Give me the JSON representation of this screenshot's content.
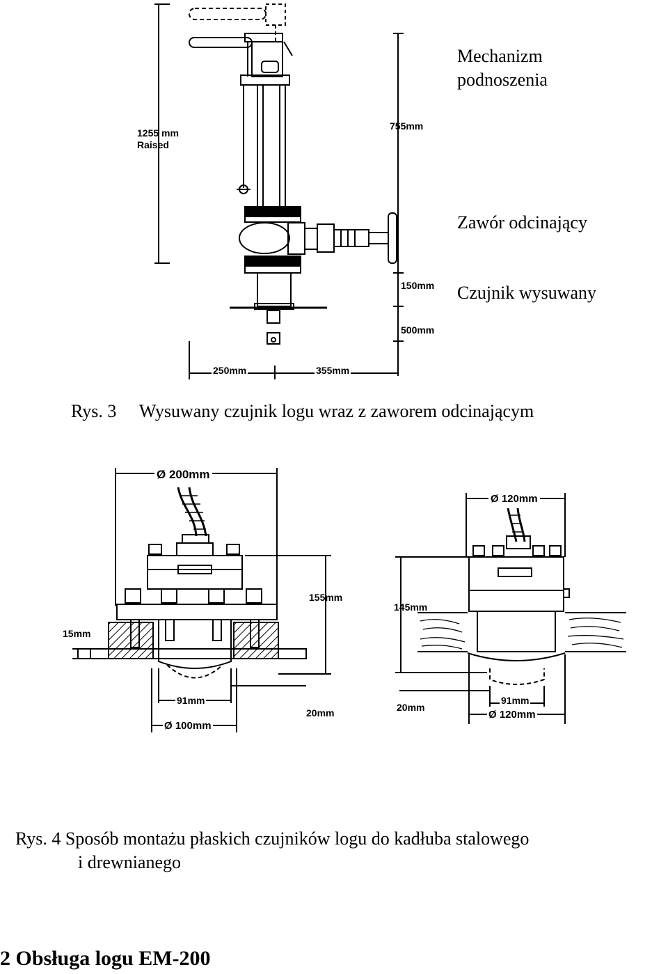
{
  "figure3": {
    "labels": {
      "mechanism_line1": "Mechanizm",
      "mechanism_line2": "podnoszenia",
      "valve": "Zawór  odcinający",
      "sensor": "Czujnik wysuwany"
    },
    "dimensions": {
      "raised_height": "1255 mm",
      "raised_word": "Raised",
      "height_755": "755mm",
      "d150": "150mm",
      "d500": "500mm",
      "d250": "250mm",
      "d355": "355mm"
    },
    "caption": {
      "number": "Rys.  3",
      "text": "Wysuwany  czujnik  logu  wraz    z zaworem  odcinającym"
    }
  },
  "figure4": {
    "dimensions_left": {
      "d200": "Ø 200mm",
      "d155": "155mm",
      "d15": "15mm",
      "d91": "91mm",
      "d20": "20mm",
      "d100": "Ø 100mm"
    },
    "dimensions_right": {
      "d120top": "Ø 120mm",
      "d145": "145mm",
      "d20": "20mm",
      "d91": "91mm",
      "d120bottom": "Ø 120mm"
    },
    "caption": {
      "line1": "Rys.  4   Sposób   montażu   płaskich   czujników  logu do  kadłuba  stalowego",
      "line2": "i   drewnianego"
    }
  },
  "section_heading": "2 Obsługa   logu   EM-200"
}
